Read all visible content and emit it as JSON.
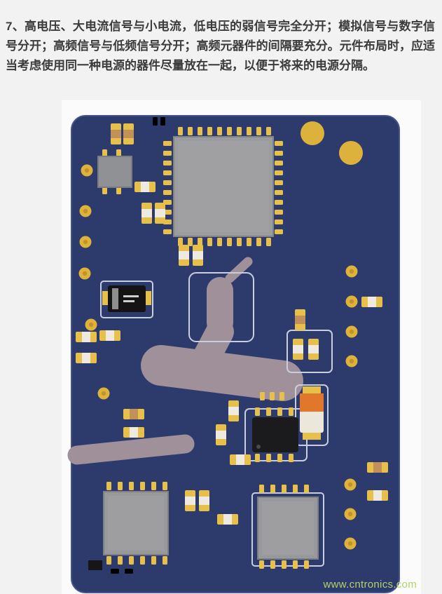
{
  "article": {
    "paragraph": "7、高电压、大电流信号与小电流，低电压的弱信号完全分开；模拟信号与数字信号分开；高频信号与低频信号分开；高频元器件的间隔要充分。元件布局时，应适当考虑使用同一种电源的器件尽量放在一起，以便于将来的电源分隔。"
  },
  "photo": {
    "description": "3D render of a dark blue PCB with gold pads, gray ICs, SMD resistors and capacitors, copper traces",
    "watermark": "www.cntronics.com",
    "colors": {
      "board": "#2d3a6c",
      "pad_gold": "#e6c04a",
      "via_gold": "#dfb23c",
      "ic_gray": "#9b9c9e",
      "copper_trace": "#9f9099",
      "silkscreen": "#c9cede",
      "component_black": "#1b1b1d",
      "tantalum_orange": "#e0772a",
      "watermark_green": "#b5d16b"
    }
  }
}
